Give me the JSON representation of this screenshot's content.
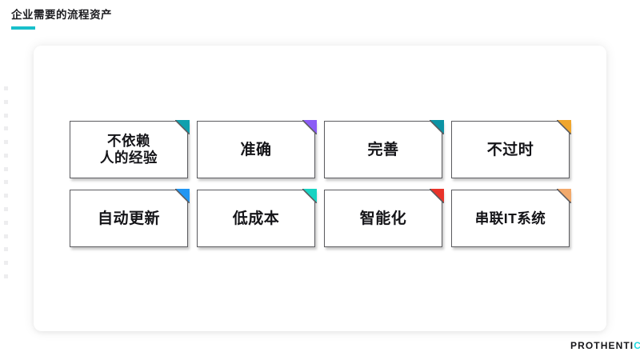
{
  "header": {
    "title": "企业需要的流程资产",
    "rule_color": "#18BFCB"
  },
  "cards": [
    {
      "label": "不依赖\n人的经验",
      "corner_color": "#0FA0AE",
      "corner_name": "teal"
    },
    {
      "label": "准确",
      "corner_color": "#8B5CF6",
      "corner_name": "purple"
    },
    {
      "label": "完善",
      "corner_color": "#0C93A4",
      "corner_name": "dark-teal"
    },
    {
      "label": "不过时",
      "corner_color": "#F0A62E",
      "corner_name": "orange"
    },
    {
      "label": "自动更新",
      "corner_color": "#2196F3",
      "corner_name": "blue"
    },
    {
      "label": "低成本",
      "corner_color": "#17D3C2",
      "corner_name": "turquoise"
    },
    {
      "label": "智能化",
      "corner_color": "#E8332A",
      "corner_name": "red"
    },
    {
      "label": "串联IT系统",
      "corner_color": "#F2A96B",
      "corner_name": "light-orange"
    }
  ],
  "brand": {
    "text_main": "PROTHENTI",
    "text_accent": "C",
    "accent_color": "#1ED8E0"
  }
}
